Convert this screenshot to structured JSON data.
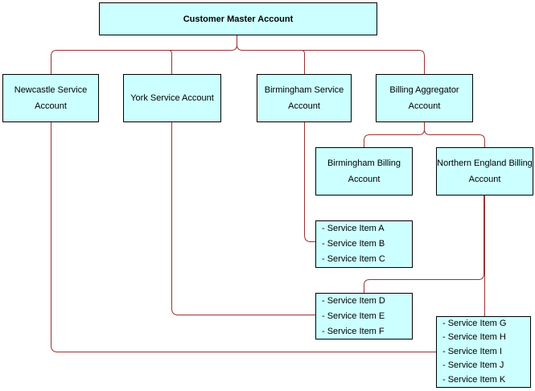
{
  "colors": {
    "box_fill": "#CCFFFF",
    "box_border": "#000000",
    "connector": "#993333",
    "background": "#FFFFFF"
  },
  "boxes": {
    "master": {
      "label": "Customer Master Account"
    },
    "newcastle": {
      "label": "Newcastle Service Account"
    },
    "york": {
      "label": "York Service Account"
    },
    "birmingham_service": {
      "label": "Birmingham Service Account"
    },
    "billing_aggregator": {
      "label": "Billing Aggregator Account"
    },
    "birmingham_billing": {
      "label": "Birmingham Billing Account"
    },
    "northern_england_billing": {
      "label": "Northern England Billing Account"
    },
    "service_items_abc": {
      "lines": [
        "- Service Item A",
        "- Service Item B",
        "- Service Item C"
      ]
    },
    "service_items_def": {
      "lines": [
        "- Service Item D",
        "- Service Item E",
        "- Service Item F"
      ]
    },
    "service_items_ghijk": {
      "lines": [
        "- Service Item G",
        "- Service Item H",
        "- Service Item I",
        "- Service Item J",
        "- Service Item K"
      ]
    }
  },
  "edges": [
    {
      "from": "master",
      "to": "newcastle"
    },
    {
      "from": "master",
      "to": "york"
    },
    {
      "from": "master",
      "to": "birmingham_service"
    },
    {
      "from": "master",
      "to": "billing_aggregator"
    },
    {
      "from": "billing_aggregator",
      "to": "birmingham_billing"
    },
    {
      "from": "billing_aggregator",
      "to": "northern_england_billing"
    },
    {
      "from": "birmingham_service",
      "to": "service_items_abc"
    },
    {
      "from": "york",
      "to": "service_items_def"
    },
    {
      "from": "newcastle",
      "to": "service_items_ghijk"
    },
    {
      "from": "northern_england_billing",
      "to": "service_items_def"
    },
    {
      "from": "northern_england_billing",
      "to": "service_items_ghijk"
    }
  ]
}
